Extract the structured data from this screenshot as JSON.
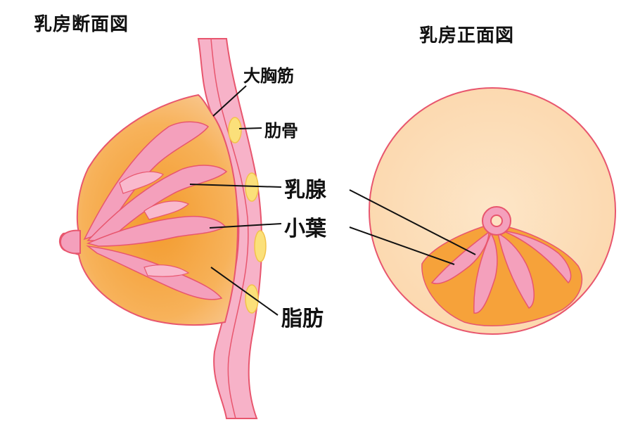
{
  "titles": {
    "section_view": "乳房断面図",
    "front_view": "乳房正面図"
  },
  "labels": {
    "pectoralis": "大胸筋",
    "rib": "肋骨",
    "mammary_gland": "乳腺",
    "lobule": "小葉",
    "fat": "脂肪"
  },
  "colors": {
    "skin": "#f9c58a",
    "skin_light": "#fde2c2",
    "outline": "#e8566e",
    "gland_pink": "#f4a0bc",
    "fat_orange": "#f6a23a",
    "muscle": "#f7b2c8",
    "rib_yellow": "#fbe07a"
  }
}
